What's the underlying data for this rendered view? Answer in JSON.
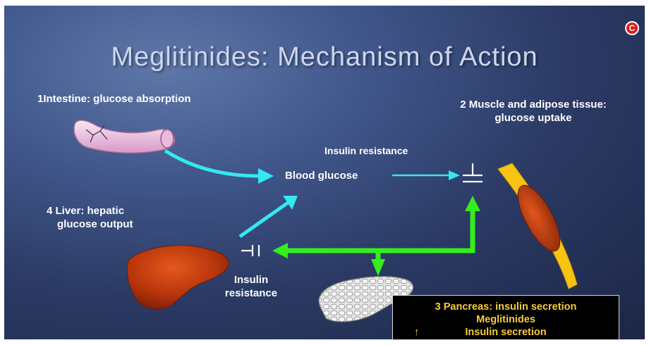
{
  "title": "Meglitinides: Mechanism of Action",
  "corner_mark": "C",
  "labels": {
    "intestine": "1Intestine: glucose absorption",
    "muscle_line1": "2  Muscle and adipose tissue:",
    "muscle_line2": "glucose uptake",
    "insulin_resistance_top": "Insulin resistance",
    "blood_glucose": "Blood glucose",
    "liver_line1": "4  Liver: hepatic",
    "liver_line2": "glucose output",
    "insulin_resistance_bottom_line1": "Insulin",
    "insulin_resistance_bottom_line2": "resistance"
  },
  "pancreas_box": {
    "line1": "3  Pancreas: insulin secretion",
    "line2": "Meglitinides",
    "arrow_symbol": "↑",
    "line3": "Insulin secretion"
  },
  "colors": {
    "background_center": "#5e77a8",
    "background_edge": "#1c2646",
    "title": "#ccd6ee",
    "cyan_arrow": "#34e8f2",
    "green_arrow": "#33ee1c",
    "box_text": "#f5cc3c",
    "corner_mark": "#e01a1a"
  }
}
